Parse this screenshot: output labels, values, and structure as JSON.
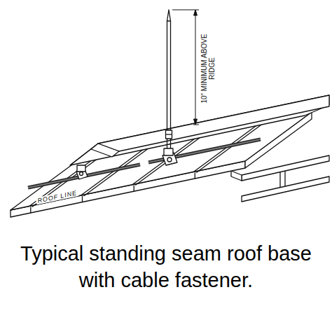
{
  "diagram": {
    "caption": "Typical standing seam roof base with cable fastener.",
    "labels": [
      "10\" MINIMUM ABOVE RIDGE",
      "ROOF LINE"
    ]
  }
}
